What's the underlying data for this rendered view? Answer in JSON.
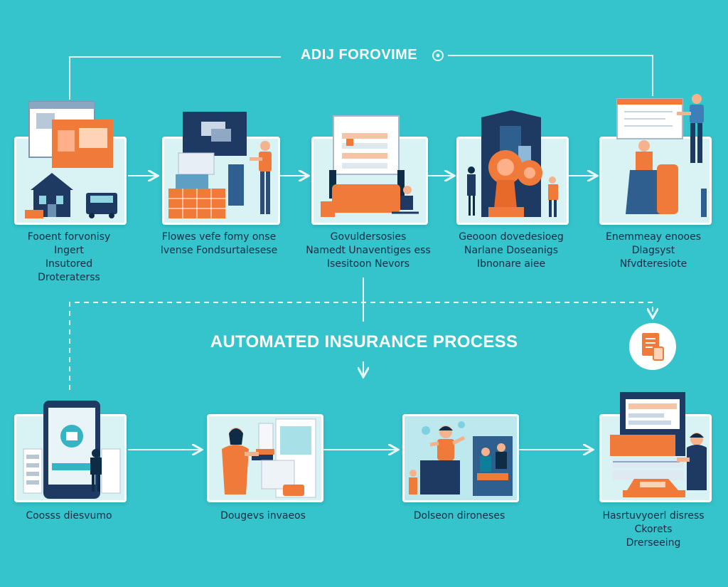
{
  "header": {
    "title": "ADIJ FOROVIME"
  },
  "main": {
    "title": "AUTOMATED INSURANCE PROCESS"
  },
  "top_steps": [
    {
      "caption": [
        "Fooent forvonisy",
        "Ingert",
        "Insutored",
        "Droteraterss"
      ]
    },
    {
      "caption": [
        "Flowes vefe fomy onse",
        "Ivense Fondsurtalesese"
      ]
    },
    {
      "caption": [
        "Govuldersosies",
        "Namedt Unaventiges ess",
        "Isesitoon Nevors"
      ]
    },
    {
      "caption": [
        "Geooon dovedesioeg",
        "Narlane Doseanigs",
        "Ibnonare aiee"
      ]
    },
    {
      "caption": [
        "Enemmeay enooes",
        "Dlagsyst",
        "Nfvdteresiote"
      ]
    }
  ],
  "bottom_steps": [
    {
      "caption": [
        "Coosss diesvumo"
      ]
    },
    {
      "caption": [
        "Dougevs invaeos"
      ]
    },
    {
      "caption": [
        "Dolseon dironeses"
      ]
    },
    {
      "caption": [
        "Hasrtuvyoerl disress",
        "Ckorets",
        "Drerseeing"
      ]
    }
  ],
  "colors": {
    "background": "#35c3cc",
    "card": "#d9f3f4",
    "navy": "#1e3a63",
    "orange": "#f07a3a",
    "connector": "#e8f9fa"
  }
}
